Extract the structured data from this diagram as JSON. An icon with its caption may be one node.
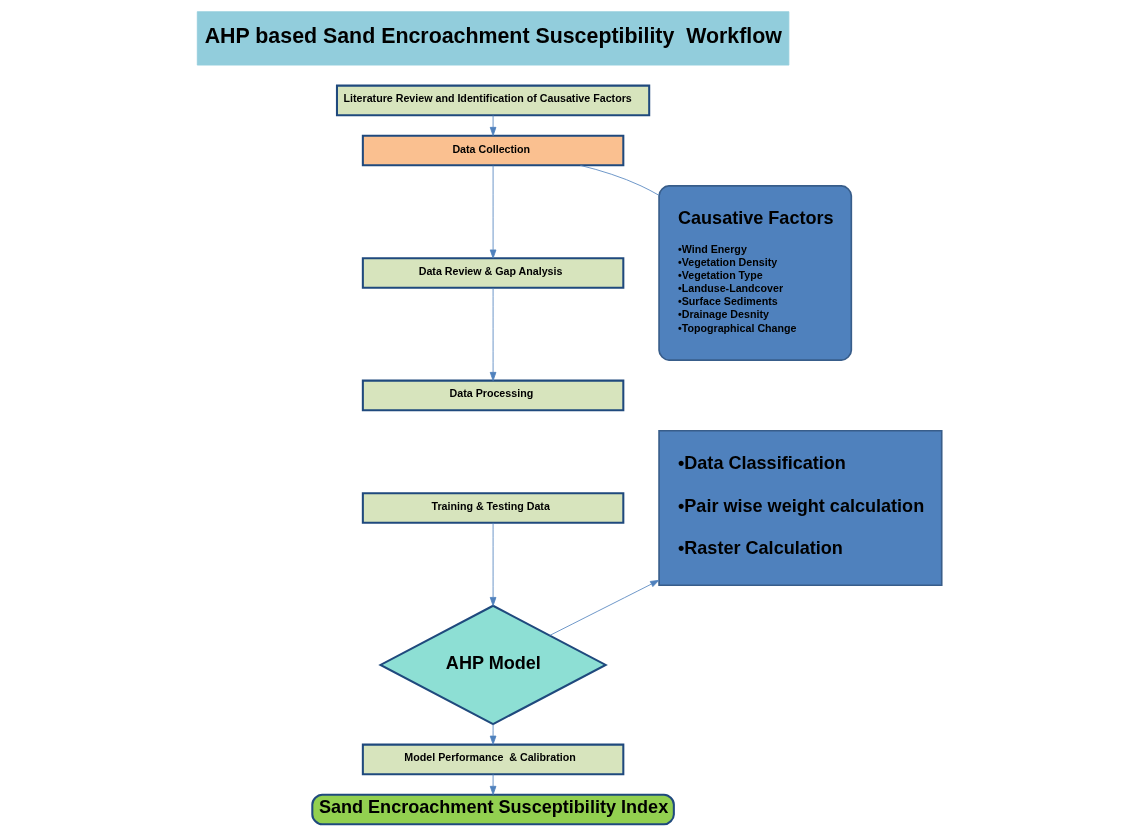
{
  "diagram": {
    "nodes": [
      {
        "text": [
          "AHP based Sand Encroachment Susceptibility  Workflow"
        ]
      },
      {
        "text": [
          "Literature Review and Identification of Causative Factors"
        ]
      },
      {
        "text": [
          "Data Collection"
        ]
      },
      {
        "text": [
          "Data Review & Gap Analysis"
        ]
      },
      {
        "text": [
          "Data Processing"
        ]
      },
      {
        "text": [
          "Training & Testing Data"
        ]
      },
      {
        "text": [
          "AHP Model"
        ]
      },
      {
        "text": [
          "Model Performance  & Calibration"
        ]
      },
      {
        "text": [
          "Sand Encroachment Susceptibility Index"
        ]
      },
      {
        "text": [
          "Causative Factors",
          "•Wind Energy",
          "•Vegetation Density",
          "•Vegetation Type",
          "•Landuse-Landcover",
          "•Surface Sediments",
          "•Drainage Desnity",
          "•Topographical Change"
        ]
      },
      {
        "text": [
          "•Data Classification",
          "•Pair wise weight calculation",
          "•Raster Calculation"
        ]
      }
    ],
    "edges": [
      {
        "from": 1,
        "to": 2,
        "arrow": "to"
      },
      {
        "from": 2,
        "to": 9,
        "arrow": "none"
      },
      {
        "from": 2,
        "to": 3,
        "arrow": "to"
      },
      {
        "from": 3,
        "to": 4,
        "arrow": "to"
      },
      {
        "from": 5,
        "to": 6,
        "arrow": "to"
      },
      {
        "from": 6,
        "to": 10,
        "arrow": "to"
      },
      {
        "from": 6,
        "to": 7,
        "arrow": "to"
      },
      {
        "from": 7,
        "to": 8,
        "arrow": "to"
      }
    ]
  }
}
